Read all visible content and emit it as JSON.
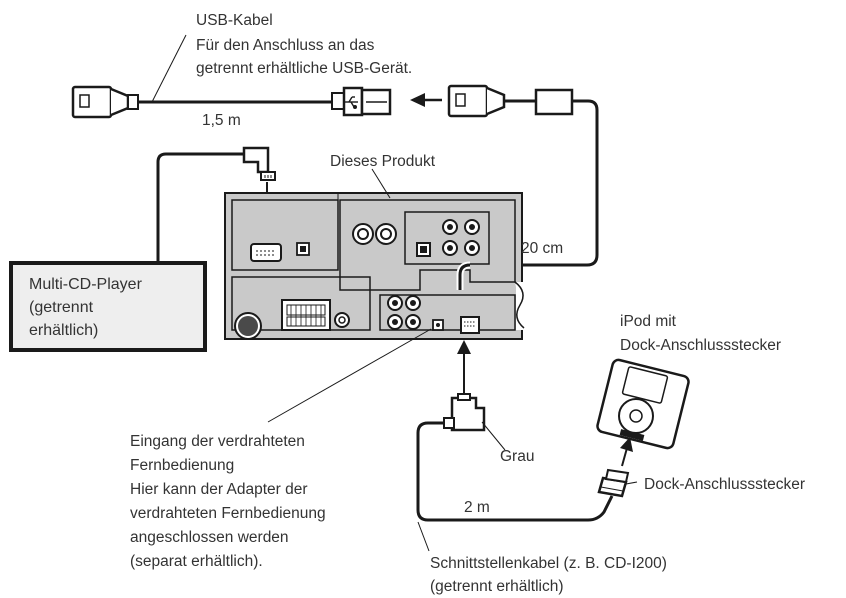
{
  "labels": {
    "usb_title": "USB-Kabel",
    "usb_desc_1": "Für den Anschluss an das",
    "usb_desc_2": "getrennt erhältliche USB-Gerät.",
    "usb_length": "1,5 m",
    "product": "Dieses Produkt",
    "cable_20cm": "20 cm",
    "ipod_1": "iPod mit",
    "ipod_2": "Dock-Anschlussstecker",
    "remote_1": "Eingang der verdrahteten",
    "remote_2": "Fernbedienung",
    "remote_3": "Hier kann der Adapter der",
    "remote_4": "verdrahteten Fernbedienung",
    "remote_5": "angeschlossen werden",
    "remote_6": "(separat erhältlich).",
    "grau": "Grau",
    "dock_connector": "Dock-Anschlussstecker",
    "cable_2m": "2 m",
    "interface_1": "Schnittstellenkabel (z. B. CD-I200)",
    "interface_2": "(getrennt erhältlich)"
  },
  "multi_cd": {
    "line_1": "Multi-CD-Player",
    "line_2": "(getrennt",
    "line_3": "erhältlich)"
  },
  "colors": {
    "panel_fill": "#c9c9c9",
    "line": "#1a1a1a",
    "text": "#333333",
    "box_fill": "#eeeeee"
  }
}
